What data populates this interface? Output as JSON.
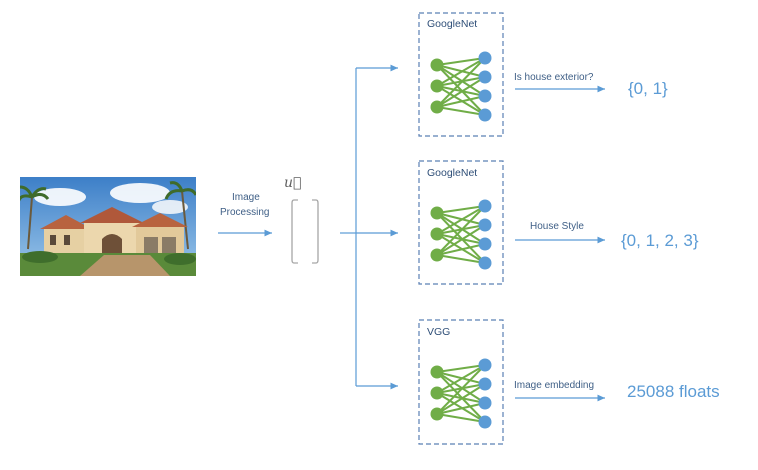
{
  "input": {
    "photo_icon": "house-photo",
    "step_label_line1": "Image",
    "step_label_line2": "Processing",
    "vector_symbol": "u⃗"
  },
  "models": [
    {
      "name": "GoogleNet",
      "task": "Is house exterior?",
      "output": "{0, 1}"
    },
    {
      "name": "GoogleNet",
      "task": "House Style",
      "output": "{0, 1, 2, 3}"
    },
    {
      "name": "VGG",
      "task": "Image embedding",
      "output": "25088 floats"
    }
  ],
  "colors": {
    "arrow": "#5b9bd5",
    "box_border": "#5b80b4",
    "input_node": "#70ad47",
    "output_node": "#5b9bd5",
    "output_text": "#5b9bd5"
  }
}
